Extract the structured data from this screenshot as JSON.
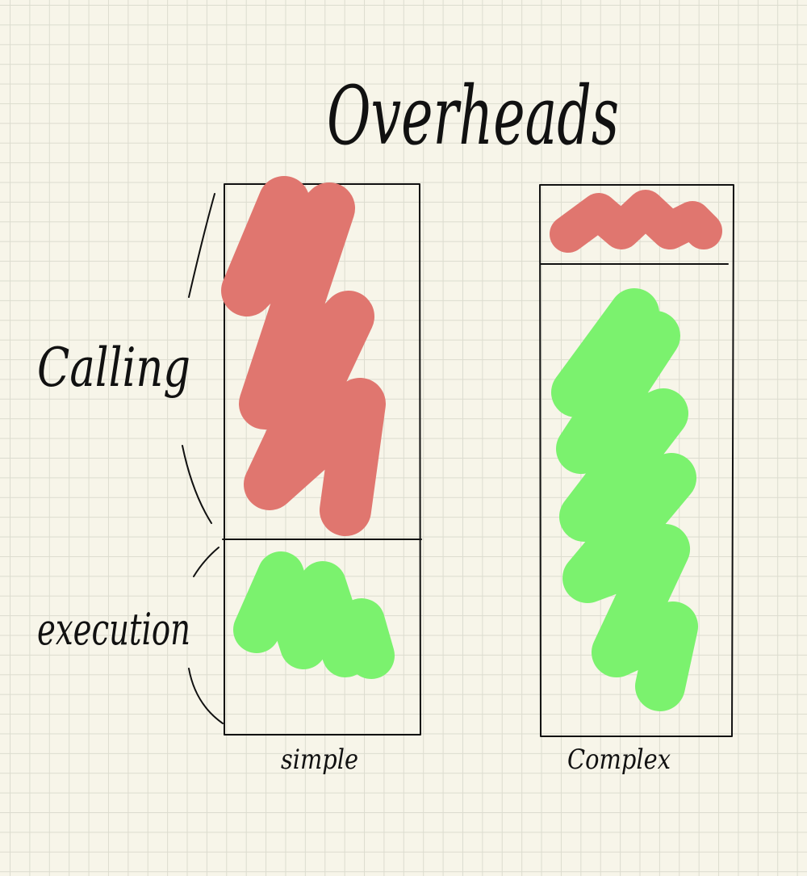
{
  "title": "Overheads",
  "labels": {
    "calling": "Calling",
    "execution": "execution"
  },
  "columns": [
    {
      "label": "simple"
    },
    {
      "label": "Complex"
    }
  ],
  "colors": {
    "calling": "#e0766f",
    "execution": "#7bf26e",
    "ink": "#111111",
    "paper": "#f7f5e9"
  }
}
